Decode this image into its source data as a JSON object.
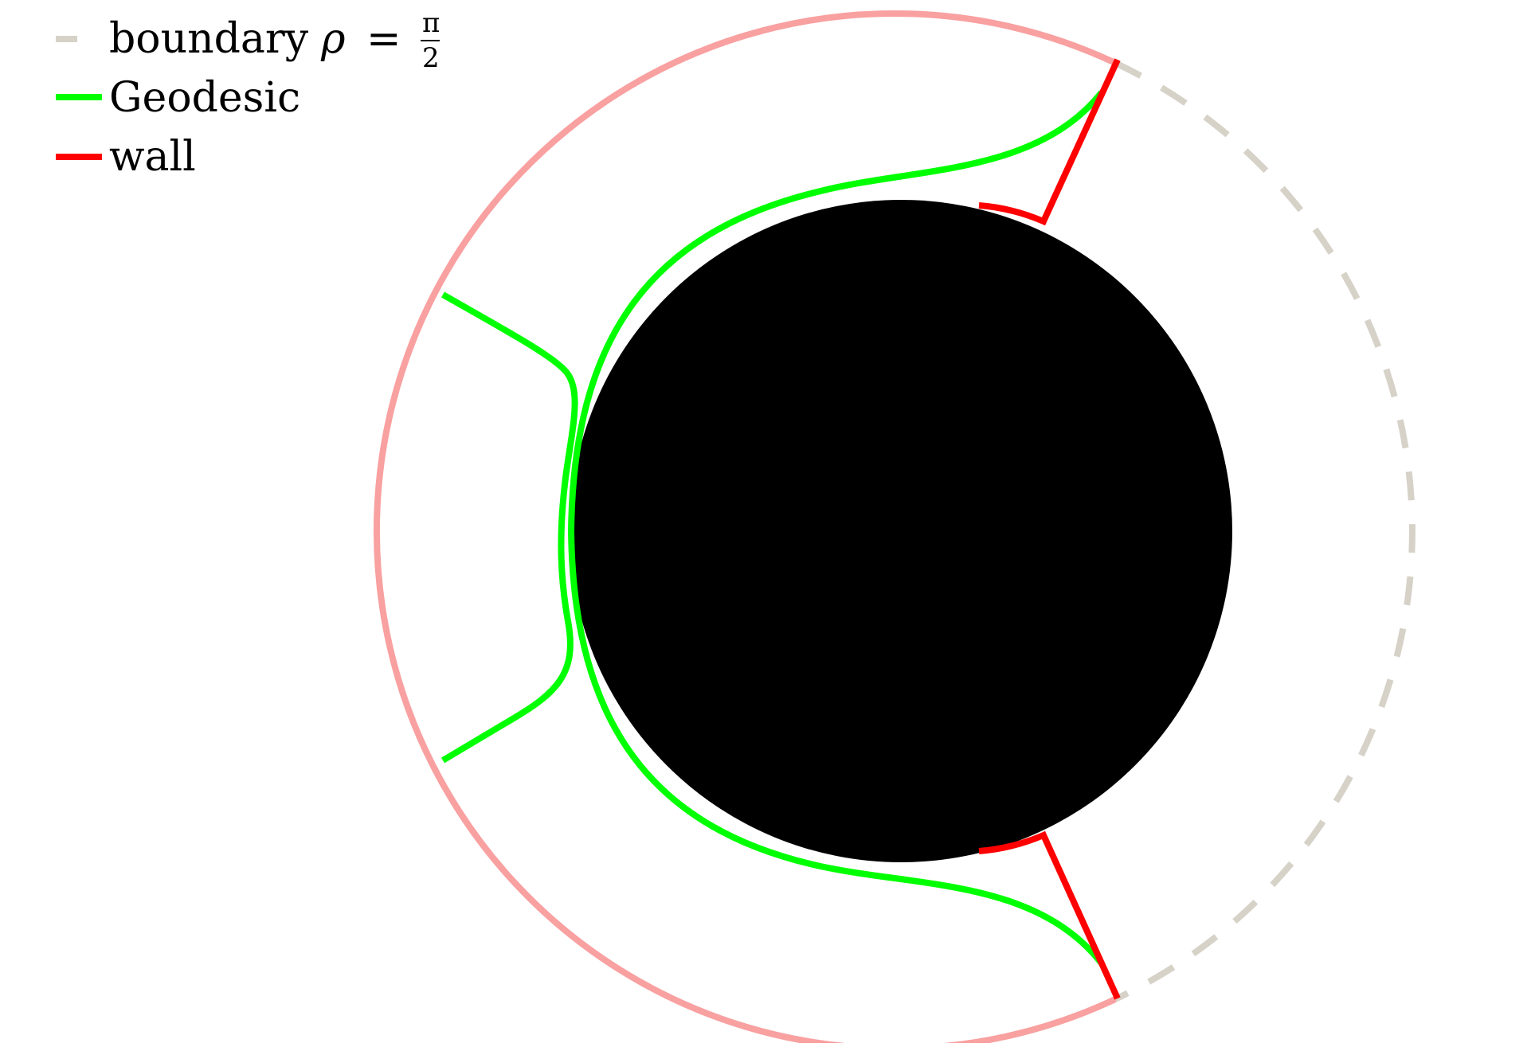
{
  "legend": {
    "boundary": {
      "label": "boundary",
      "rho_symbol": "ρ",
      "equals": "=",
      "frac_numerator": "π",
      "frac_denominator": "2",
      "color": "#d6d2c8",
      "style": "dashed"
    },
    "geodesic": {
      "label": "Geodesic",
      "color": "#00ff00"
    },
    "wall": {
      "label": "wall",
      "color": "#ff0000"
    }
  },
  "colors": {
    "outer_boundary": "#f9a0a0",
    "boundary_dashed": "#d6d2c8",
    "geodesic": "#00ff00",
    "wall": "#ff0000",
    "black_hole": "#000000",
    "background": "#ffffff"
  }
}
